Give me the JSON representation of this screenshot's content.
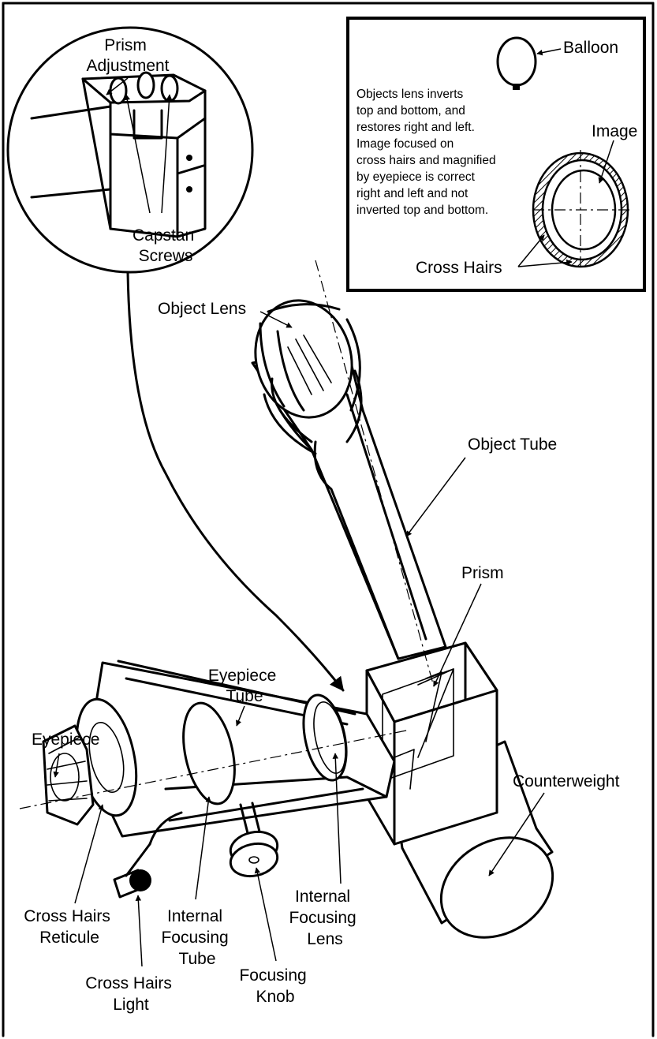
{
  "inset_top_left": {
    "title_line1": "Prism",
    "title_line2": "Adjustment",
    "screws_line1": "Capstan",
    "screws_line2": "Screws"
  },
  "inset_top_right": {
    "balloon_label": "Balloon",
    "image_label": "Image",
    "cross_hairs_label": "Cross Hairs",
    "note_lines": [
      "Objects lens inverts",
      "top and bottom, and",
      "restores right and left.",
      "Image focused on",
      "cross hairs and magnified",
      "by eyepiece is correct",
      "right and left and not",
      "inverted top and bottom."
    ]
  },
  "labels": {
    "object_lens": "Object Lens",
    "object_tube": "Object Tube",
    "prism": "Prism",
    "eyepiece_tube_line1": "Eyepiece",
    "eyepiece_tube_line2": "Tube",
    "eyepiece": "Eyepiece",
    "counterweight": "Counterweight",
    "internal_focusing_lens_line1": "Internal",
    "internal_focusing_lens_line2": "Focusing",
    "internal_focusing_lens_line3": "Lens",
    "cross_hairs_reticule_line1": "Cross Hairs",
    "cross_hairs_reticule_line2": "Reticule",
    "internal_focusing_tube_line1": "Internal",
    "internal_focusing_tube_line2": "Focusing",
    "internal_focusing_tube_line3": "Tube",
    "cross_hairs_light_line1": "Cross Hairs",
    "cross_hairs_light_line2": "Light",
    "focusing_knob_line1": "Focusing",
    "focusing_knob_line2": "Knob"
  }
}
